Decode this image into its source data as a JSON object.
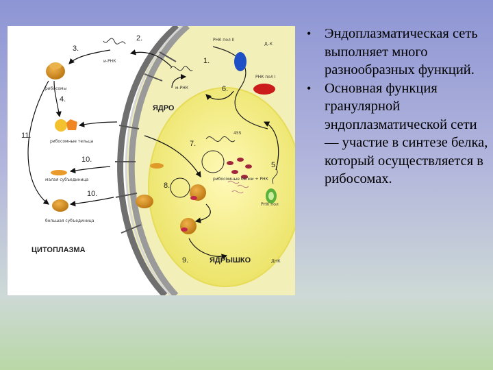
{
  "bullets": [
    "Эндоплазматическая сеть выполняет много разнообразных функций.",
    "Основная функция гранулярной эндоплазматической сети — участие в синтезе белка, который осуществляется в рибосомах."
  ],
  "diagram": {
    "labels": {
      "nucleus": "ЯДРО",
      "nucleolus": "ЯДРЫШКО",
      "cytoplasm": "ЦИТОПЛАЗМА",
      "dna": "ДНК",
      "dna_k": "Д–К",
      "mrna": "и-РНК",
      "mrna_2": "м-РНК",
      "ribosomes": "рибосомы",
      "ribosome_parts": "рибосомные тельца",
      "small_subunit": "малая субъединица",
      "large_subunit": "большая субъединица",
      "rna_pol_ii": "РНК пол II",
      "rna_pol_i": "РНК пол I",
      "rna_pol": "РНК пол",
      "rrna_45s": "45S",
      "ribosomal_proteins": "рибосомные белки + РНК"
    },
    "step_numbers": [
      "1.",
      "2.",
      "3.",
      "4.",
      "5.",
      "6.",
      "7.",
      "8.",
      "9.",
      "10.",
      "10.",
      "11."
    ]
  },
  "colors": {
    "accent": "#f2e24b",
    "nucleus_fill": "#f6f3a8",
    "envelope": "#8e8e8e",
    "ribosome": "#c8821c",
    "blue_enzyme": "#1f4fc4",
    "red_enzyme": "#cc1b1b",
    "green_enzyme": "#4fa82d"
  }
}
